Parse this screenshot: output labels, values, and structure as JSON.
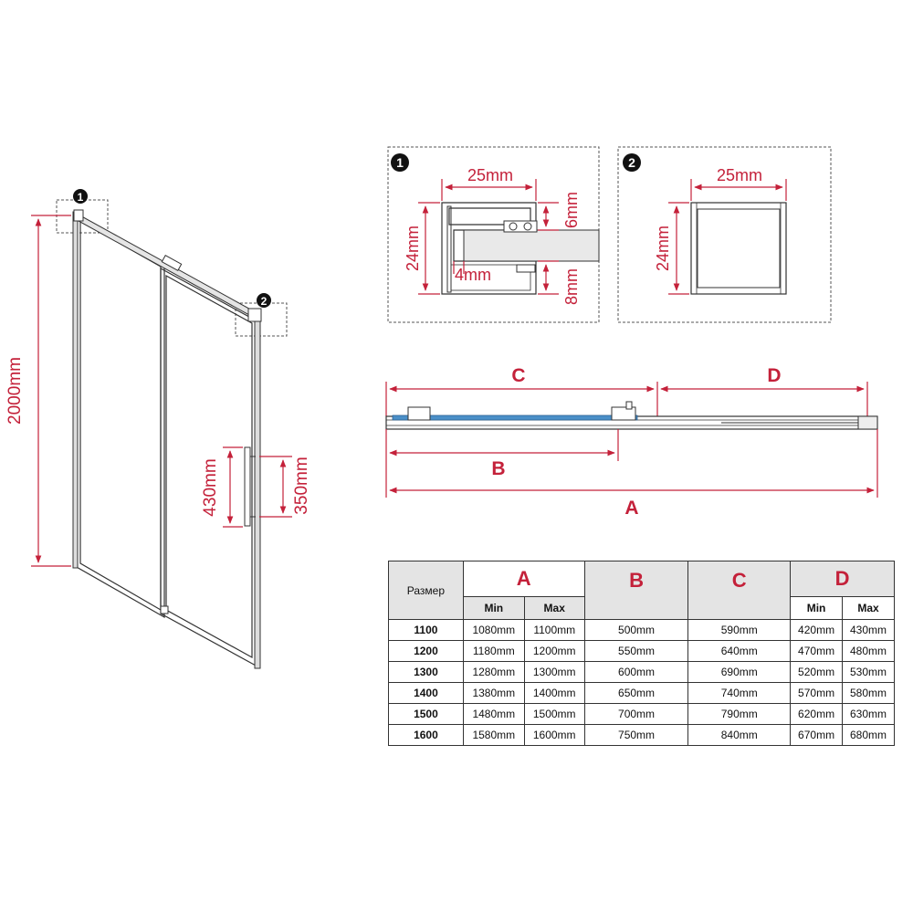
{
  "door": {
    "height_label": "2000mm",
    "handle_total_label": "430mm",
    "handle_inner_label": "350mm",
    "callout_1": "1",
    "callout_2": "2"
  },
  "profile1": {
    "badge": "1",
    "width_label": "25mm",
    "height_label": "24mm",
    "gap_label": "4mm",
    "top_label": "6mm",
    "bottom_label": "8mm"
  },
  "profile2": {
    "badge": "2",
    "width_label": "25mm",
    "height_label": "24mm"
  },
  "track": {
    "label_a": "A",
    "label_b": "B",
    "label_c": "C",
    "label_d": "D"
  },
  "table": {
    "size_header": "Размер",
    "a": "A",
    "b": "B",
    "c": "C",
    "d": "D",
    "min": "Min",
    "max": "Max",
    "rows": [
      {
        "size": "1100",
        "a_min": "1080mm",
        "a_max": "1100mm",
        "b": "500mm",
        "c": "590mm",
        "d_min": "420mm",
        "d_max": "430mm"
      },
      {
        "size": "1200",
        "a_min": "1180mm",
        "a_max": "1200mm",
        "b": "550mm",
        "c": "640mm",
        "d_min": "470mm",
        "d_max": "480mm"
      },
      {
        "size": "1300",
        "a_min": "1280mm",
        "a_max": "1300mm",
        "b": "600mm",
        "c": "690mm",
        "d_min": "520mm",
        "d_max": "530mm"
      },
      {
        "size": "1400",
        "a_min": "1380mm",
        "a_max": "1400mm",
        "b": "650mm",
        "c": "740mm",
        "d_min": "570mm",
        "d_max": "580mm"
      },
      {
        "size": "1500",
        "a_min": "1480mm",
        "a_max": "1500mm",
        "b": "700mm",
        "c": "790mm",
        "d_min": "620mm",
        "d_max": "630mm"
      },
      {
        "size": "1600",
        "a_min": "1580mm",
        "a_max": "1600mm",
        "b": "750mm",
        "c": "840mm",
        "d_min": "670mm",
        "d_max": "680mm"
      }
    ]
  }
}
